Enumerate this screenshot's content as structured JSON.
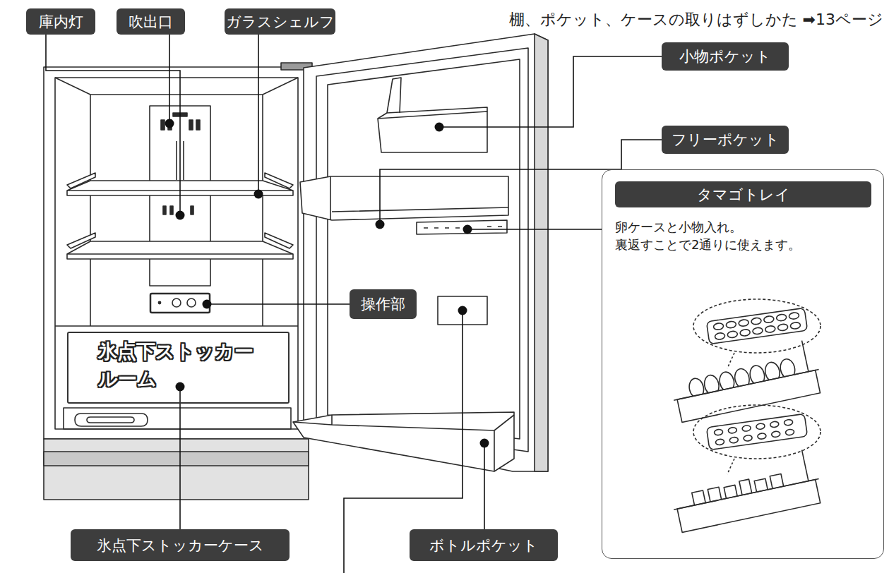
{
  "diagram": {
    "nodes": [
      {
        "text": [
          "庫内灯"
        ]
      },
      {
        "text": [
          "吹出口"
        ]
      },
      {
        "text": [
          "ガラスシェルフ"
        ]
      },
      {
        "text": [
          "小物ポケット"
        ]
      },
      {
        "text": [
          "フリーポケット"
        ]
      },
      {
        "text": [
          "卵ケースと小物入れ。 裏返すことで2通りに使えます。"
        ]
      },
      {
        "text": [
          "タマゴトレイ"
        ],
        "in": 5
      },
      {
        "text": [
          "操作部"
        ]
      },
      {
        "text": [
          "氷点下ストッカー ルーム"
        ]
      },
      {
        "text": [
          "氷点下ストッカーケース"
        ]
      },
      {
        "text": [
          "ボトルポケット"
        ]
      }
    ],
    "labels": [
      "棚、ポケット、ケースの取りはずしかた ➡13ページ"
    ]
  }
}
